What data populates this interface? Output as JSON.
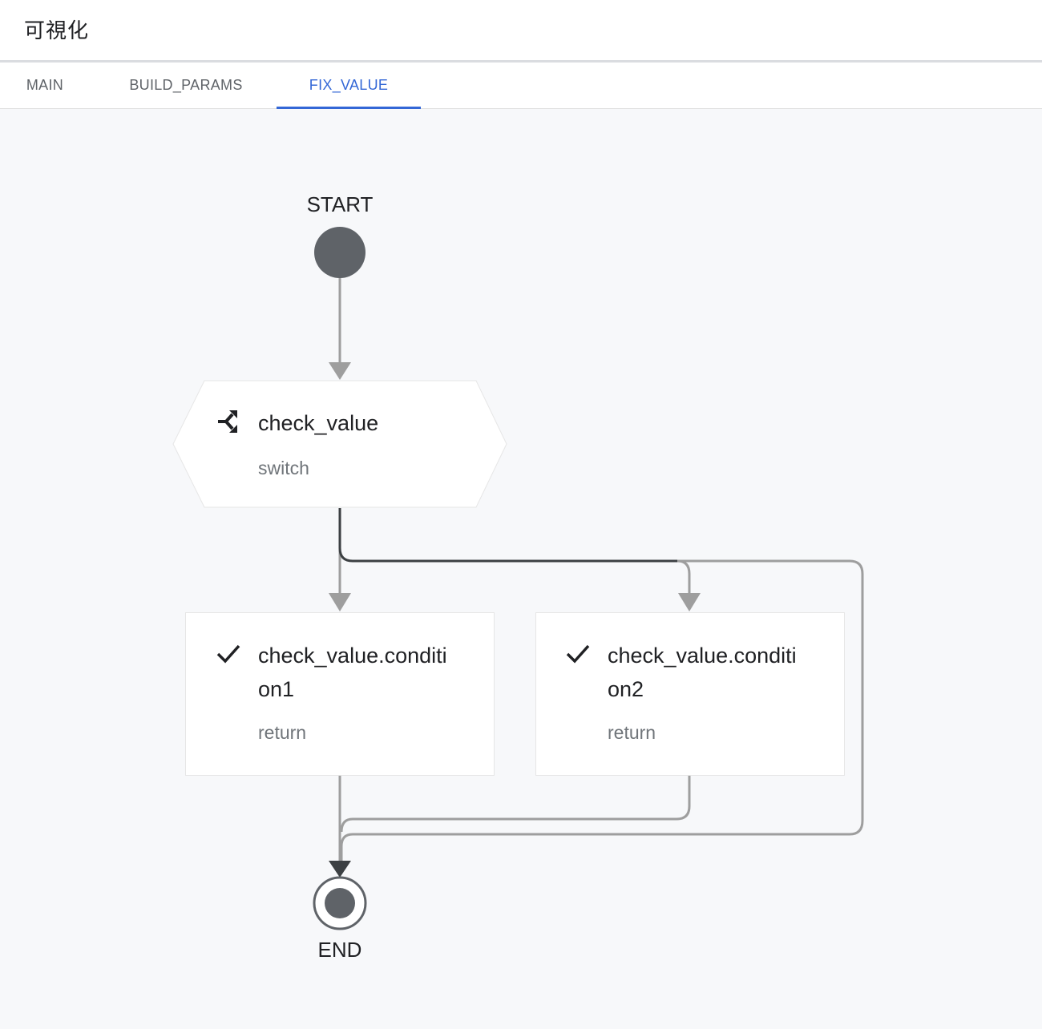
{
  "header": {
    "title": "可視化"
  },
  "tabs": [
    {
      "label": "MAIN",
      "active": false
    },
    {
      "label": "BUILD_PARAMS",
      "active": false
    },
    {
      "label": "FIX_VALUE",
      "active": true
    }
  ],
  "colors": {
    "accent": "#3367d6",
    "node_dark": "#5f6368",
    "edge": "#9e9e9e",
    "edge_active": "#3c4043"
  },
  "flow": {
    "start": {
      "label": "START"
    },
    "end": {
      "label": "END"
    },
    "switch_node": {
      "title": "check_value",
      "type": "switch",
      "icon": "fork-icon"
    },
    "condition_nodes": [
      {
        "title": "check_value.conditi on1",
        "line1": "check_value.conditi",
        "line2": "on1",
        "type": "return",
        "icon": "check-icon"
      },
      {
        "title": "check_value.conditi on2",
        "line1": "check_value.conditi",
        "line2": "on2",
        "type": "return",
        "icon": "check-icon"
      }
    ]
  }
}
